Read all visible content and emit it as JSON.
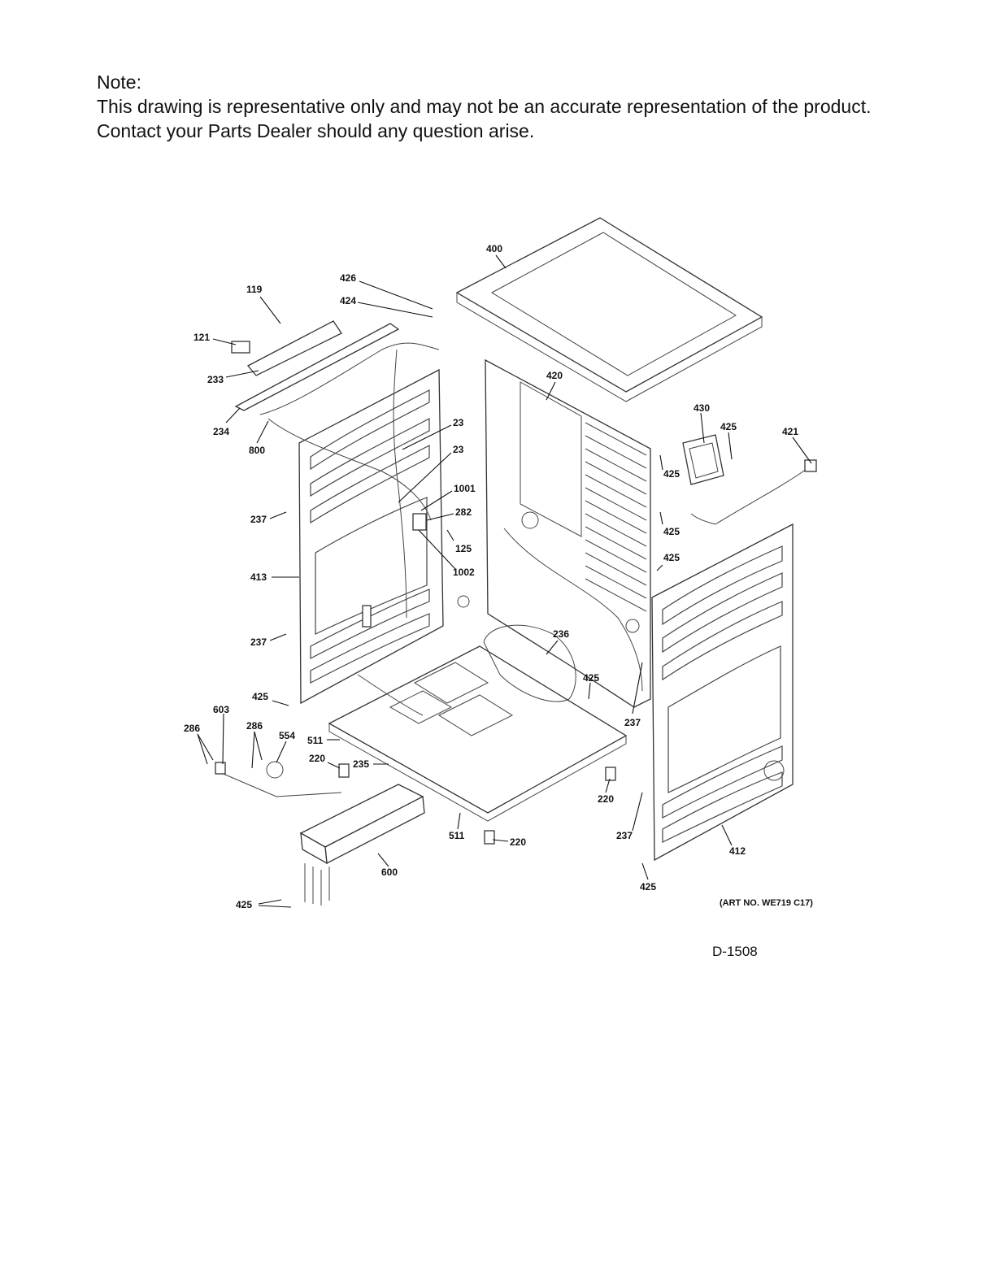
{
  "note": {
    "heading": "Note:",
    "line1": "This drawing is representative only and may not be an accurate representation of the product.",
    "line2": "Contact your Parts Dealer should any question arise."
  },
  "callouts": [
    "400",
    "426",
    "424",
    "119",
    "121",
    "233",
    "234",
    "800",
    "420",
    "430",
    "425",
    "421",
    "23",
    "23",
    "1001",
    "282",
    "125",
    "1002",
    "237",
    "413",
    "237",
    "425",
    "425",
    "425",
    "425",
    "236",
    "425",
    "237",
    "603",
    "286",
    "286",
    "554",
    "511",
    "220",
    "235",
    "220",
    "511",
    "220",
    "237",
    "412",
    "600",
    "425",
    "425"
  ],
  "art_number": "(ART NO. WE719 C17)",
  "drawing_number": "D-1508"
}
